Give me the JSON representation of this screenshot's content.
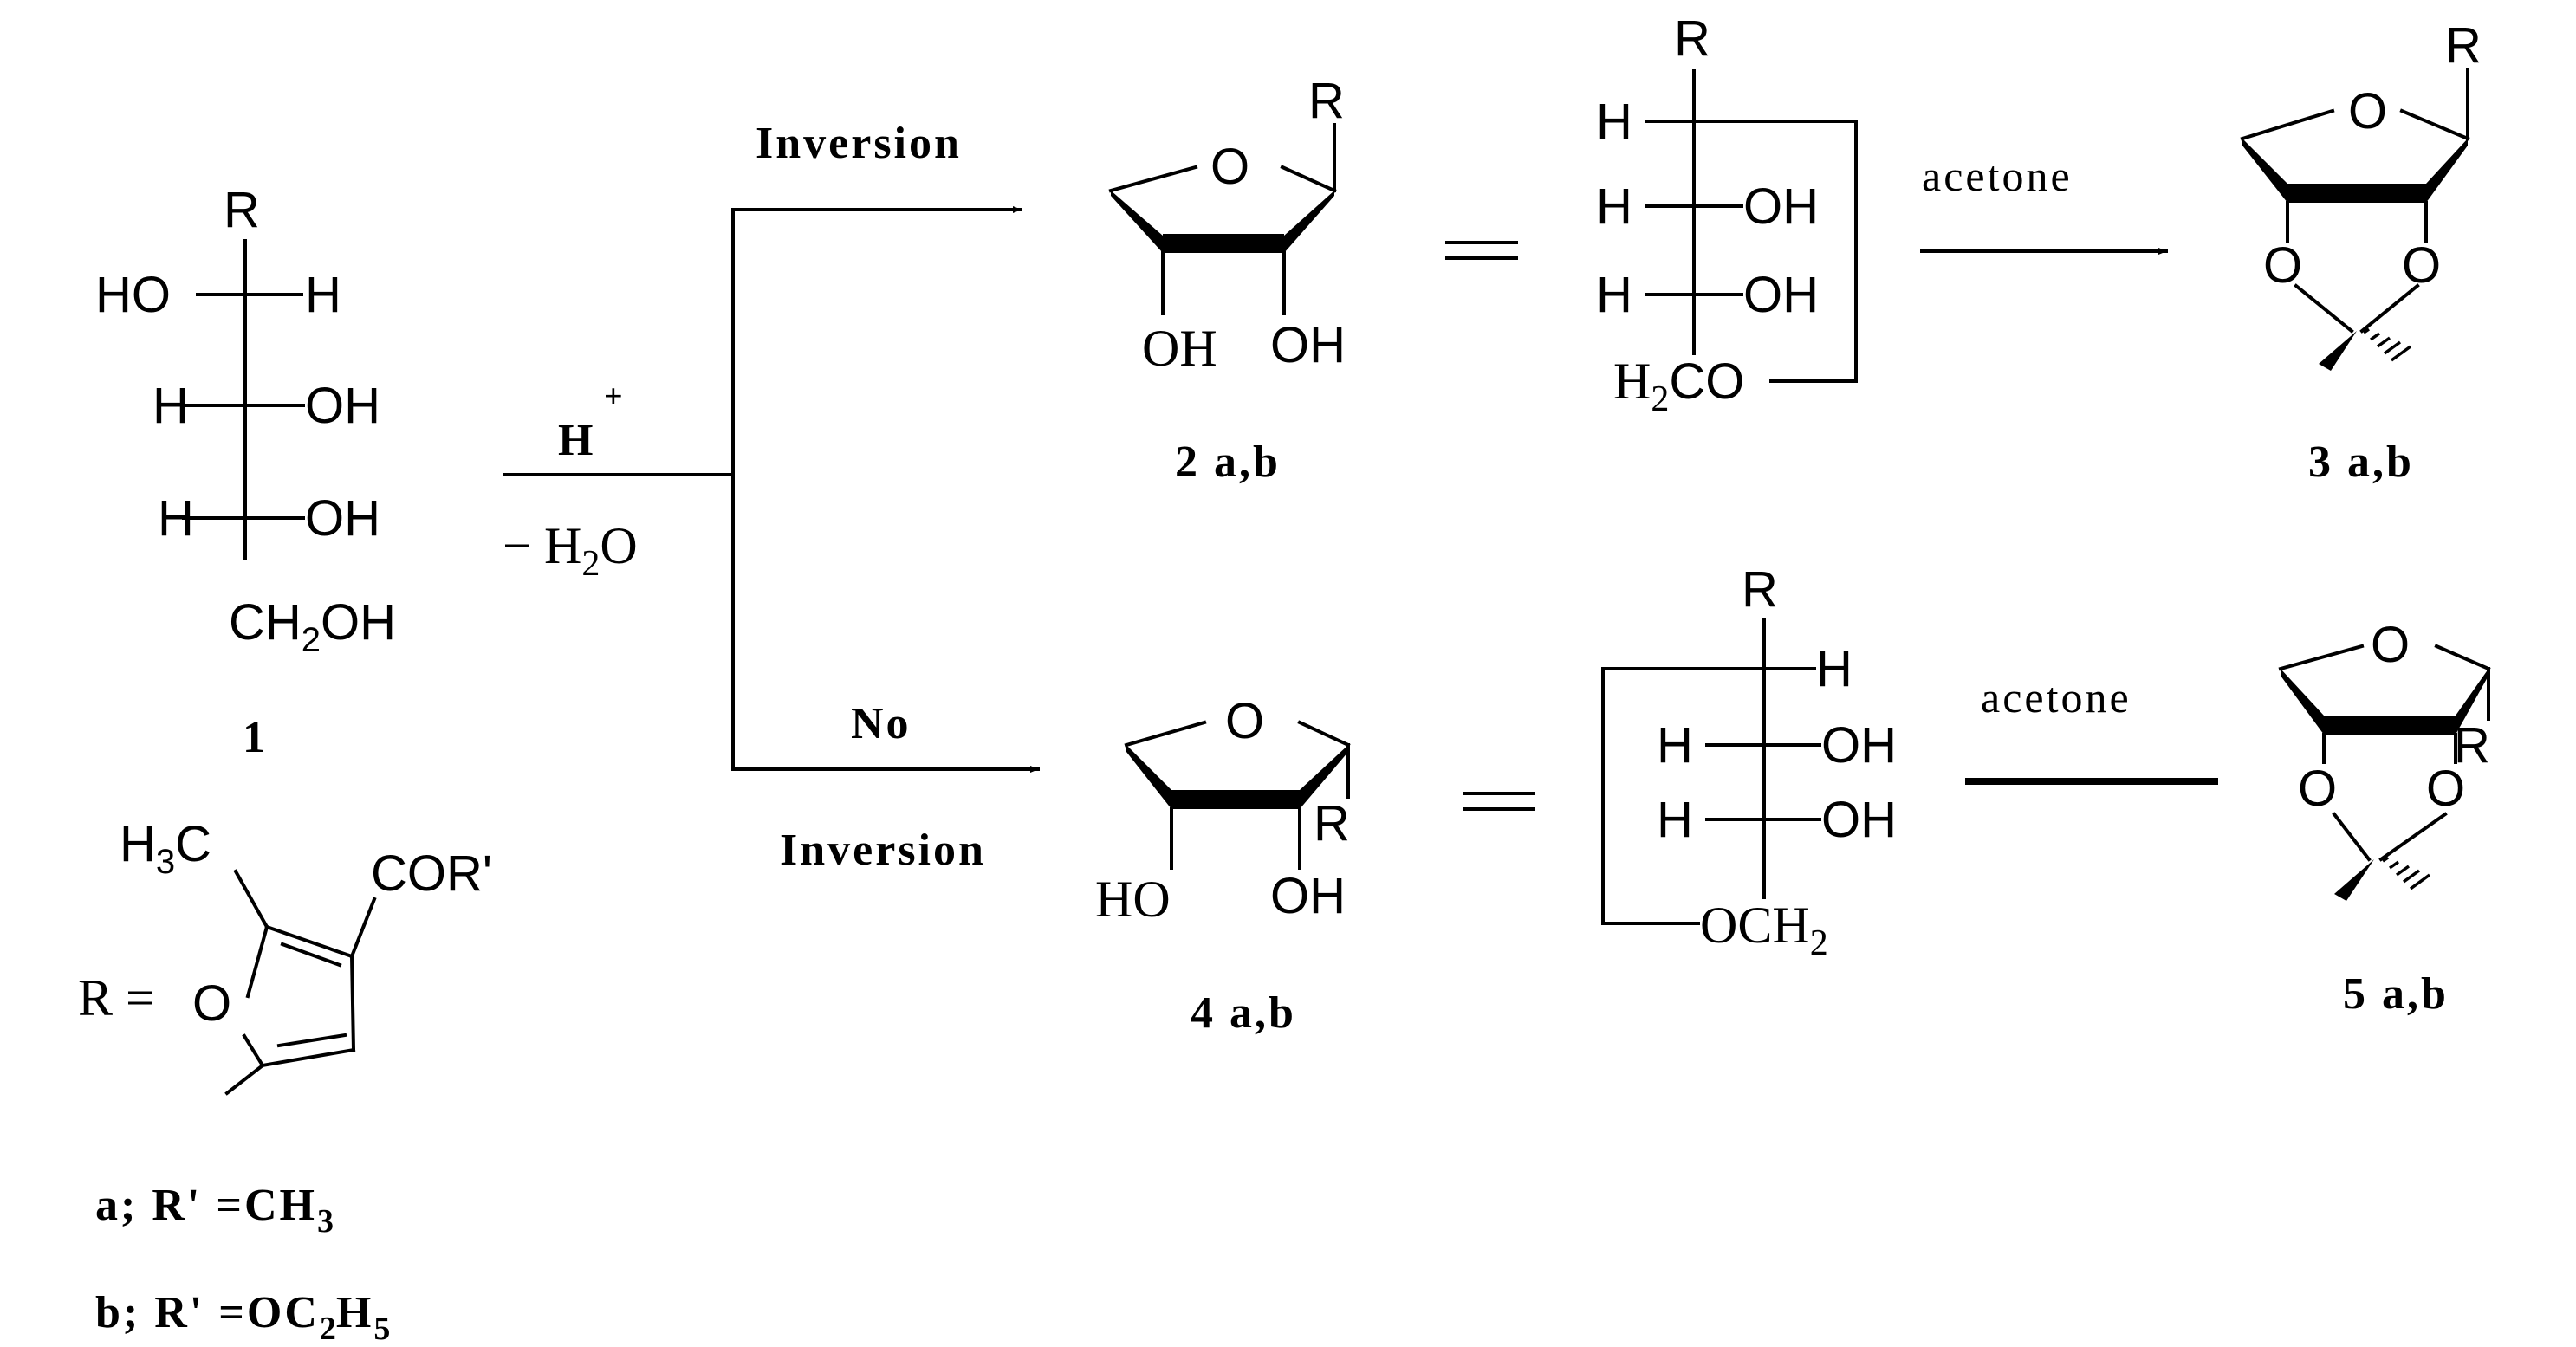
{
  "compound1": {
    "label": "1",
    "R": "R",
    "row1_left": "HO",
    "row1_right": "H",
    "row2_left": "H",
    "row2_right": "OH",
    "row3_left": "H",
    "row3_right": "OH",
    "bottom_ch": "CH",
    "bottom_sub": "2",
    "bottom_oh": "OH"
  },
  "r_definition": {
    "r_equals": "R =",
    "ring_o": "O",
    "h3c_h": "H",
    "h3c_sub": "3",
    "h3c_c": "C",
    "cor": "COR'"
  },
  "substituents": {
    "a_text": "a; R' =CH",
    "a_sub": "3",
    "b_text": "b; R' =OC",
    "b_sub1": "2",
    "b_h": "H",
    "b_sub2": "5"
  },
  "conditions": {
    "acid_h": "H",
    "acid_plus": "+",
    "minus": "−",
    "water_h": "H",
    "water_sub": "2",
    "water_o": "O"
  },
  "branches": {
    "top_label": "Inversion",
    "bottom_label_1": "No",
    "bottom_label_2": "Inversion"
  },
  "compound2": {
    "label": "2 a,b",
    "ring_o": "O",
    "R": "R",
    "oh_left": "OH",
    "oh_right": "OH"
  },
  "fischer_top": {
    "R": "R",
    "row1_left": "H",
    "row2_left": "H",
    "row2_right": "OH",
    "row3_left": "H",
    "row3_right": "OH",
    "bottom_h": "H",
    "bottom_sub": "2",
    "bottom_co": "CO"
  },
  "fischer_bottom": {
    "R": "R",
    "row1_right": "H",
    "row2_left": "H",
    "row2_right": "OH",
    "row3_left": "H",
    "row3_right": "OH",
    "bottom_och": "OCH",
    "bottom_sub": "2"
  },
  "reagents": {
    "top": "acetone",
    "bottom": "acetone"
  },
  "compound3": {
    "label": "3 a,b",
    "ring_o": "O",
    "R": "R",
    "o_left": "O",
    "o_right": "O"
  },
  "compound4": {
    "label": "4 a,b",
    "ring_o": "O",
    "R": "R",
    "oh_left": "HO",
    "oh_right": "OH"
  },
  "compound5": {
    "label": "5 a,b",
    "ring_o": "O",
    "R": "R",
    "o_left": "O",
    "o_right": "O"
  }
}
